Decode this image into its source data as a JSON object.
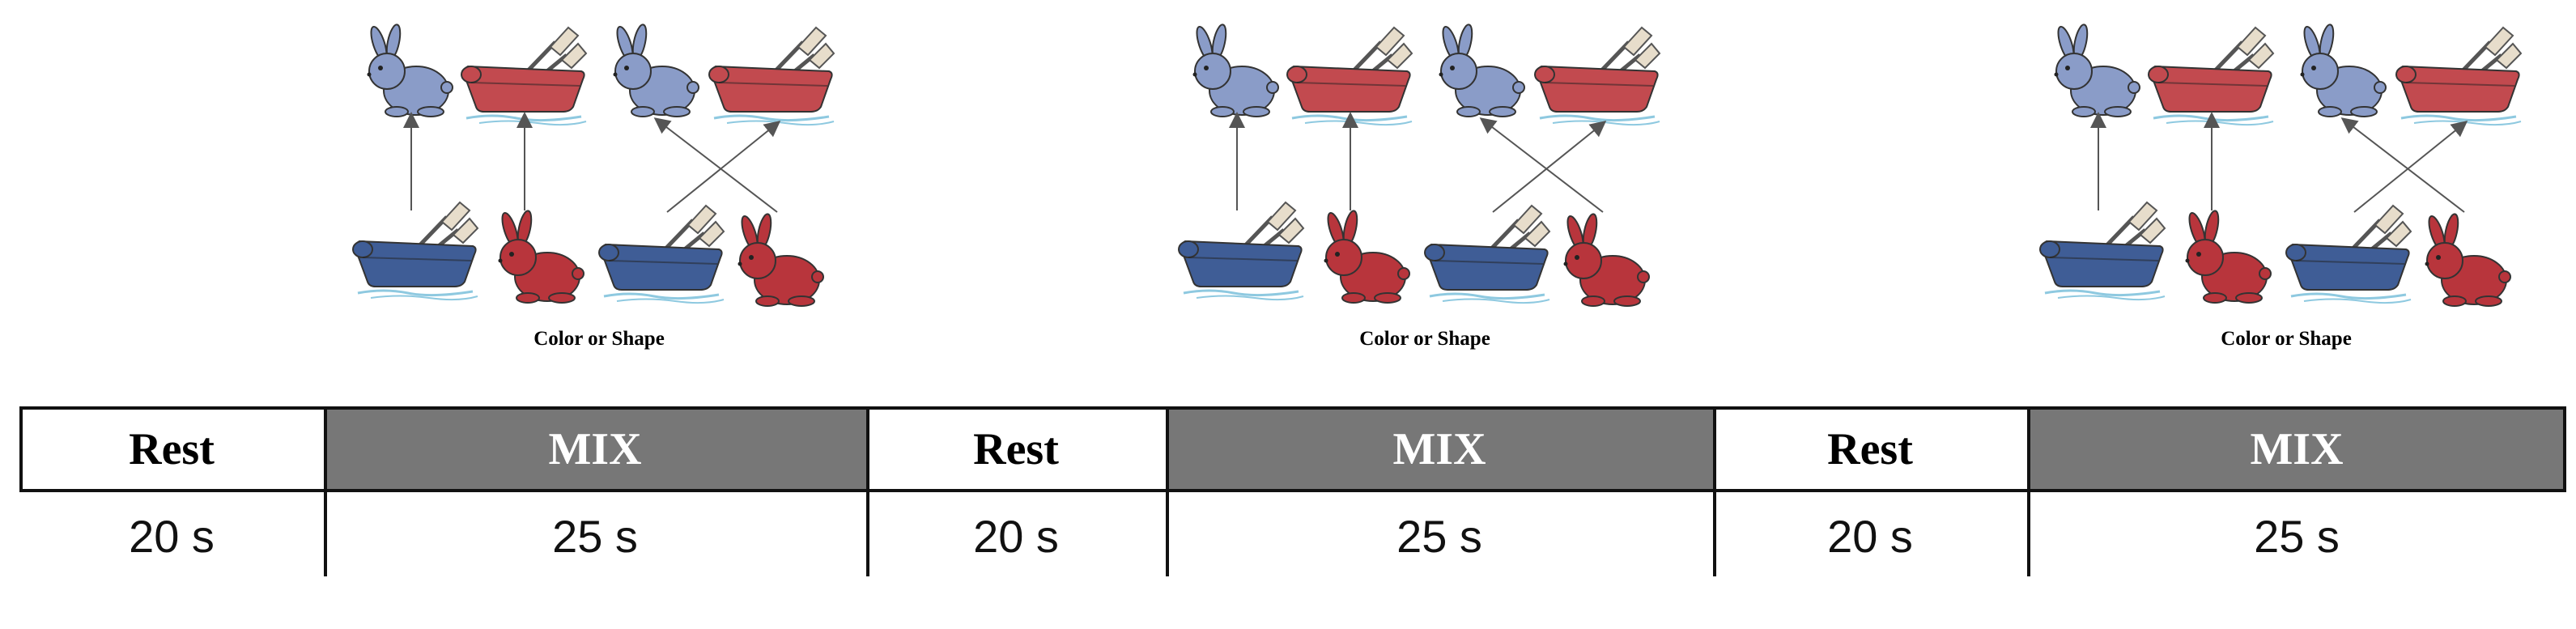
{
  "panels": [
    {
      "caption": "Color or Shape"
    },
    {
      "caption": "Color or Shape"
    },
    {
      "caption": "Color or Shape"
    }
  ],
  "timeline": {
    "segments": [
      {
        "label": "Rest",
        "duration": "20 s",
        "kind": "rest"
      },
      {
        "label": "MIX",
        "duration": "25 s",
        "kind": "mix"
      },
      {
        "label": "Rest",
        "duration": "20 s",
        "kind": "rest"
      },
      {
        "label": "MIX",
        "duration": "25 s",
        "kind": "mix"
      },
      {
        "label": "Rest",
        "duration": "20 s",
        "kind": "rest"
      },
      {
        "label": "MIX",
        "duration": "25 s",
        "kind": "mix"
      }
    ]
  },
  "colors": {
    "light_blue": "#8a9cc8",
    "light_red": "#c24a4f",
    "dark_blue": "#3f5d96",
    "dark_red": "#b8353c",
    "mix_fill": "#777777",
    "paddle": "#e7ddcb",
    "water": "#8ec9e0"
  }
}
